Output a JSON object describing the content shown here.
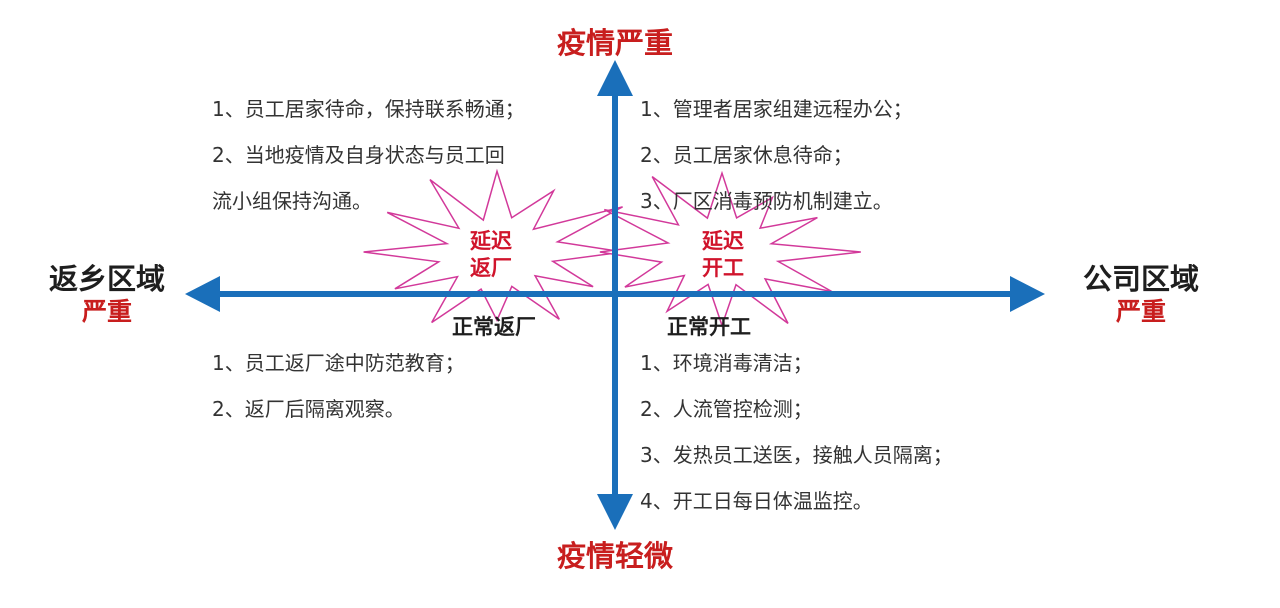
{
  "axis": {
    "top_label": "疫情严重",
    "bottom_label": "疫情轻微",
    "left_label": {
      "main": "返乡区域",
      "sub": "严重"
    },
    "right_label": {
      "main": "公司区域",
      "sub": "严重"
    }
  },
  "quadrants": {
    "top_left": {
      "lines": [
        "1、员工居家待命，保持联系畅通；",
        "2、当地疫情及自身状态与员工回",
        "流小组保持沟通。"
      ]
    },
    "top_right": {
      "lines": [
        "1、管理者居家组建远程办公；",
        "2、员工居家休息待命；",
        "3、厂区消毒预防机制建立。"
      ]
    },
    "bottom_left": {
      "title": "正常返厂",
      "lines": [
        "1、员工返厂途中防范教育；",
        "2、返厂后隔离观察。"
      ]
    },
    "bottom_right": {
      "title": "正常开工",
      "lines": [
        "1、环境消毒清洁；",
        "2、人流管控检测；",
        "3、发热员工送医，接触人员隔离；",
        "4、开工日每日体温监控。"
      ]
    }
  },
  "bursts": {
    "left": {
      "line1": "延迟",
      "line2": "返厂"
    },
    "right": {
      "line1": "延迟",
      "line2": "开工"
    }
  },
  "colors": {
    "axis": "#1a6fba",
    "burst_stroke": "#d2399a",
    "accent_red": "#c81e1e",
    "text": "#333333"
  }
}
